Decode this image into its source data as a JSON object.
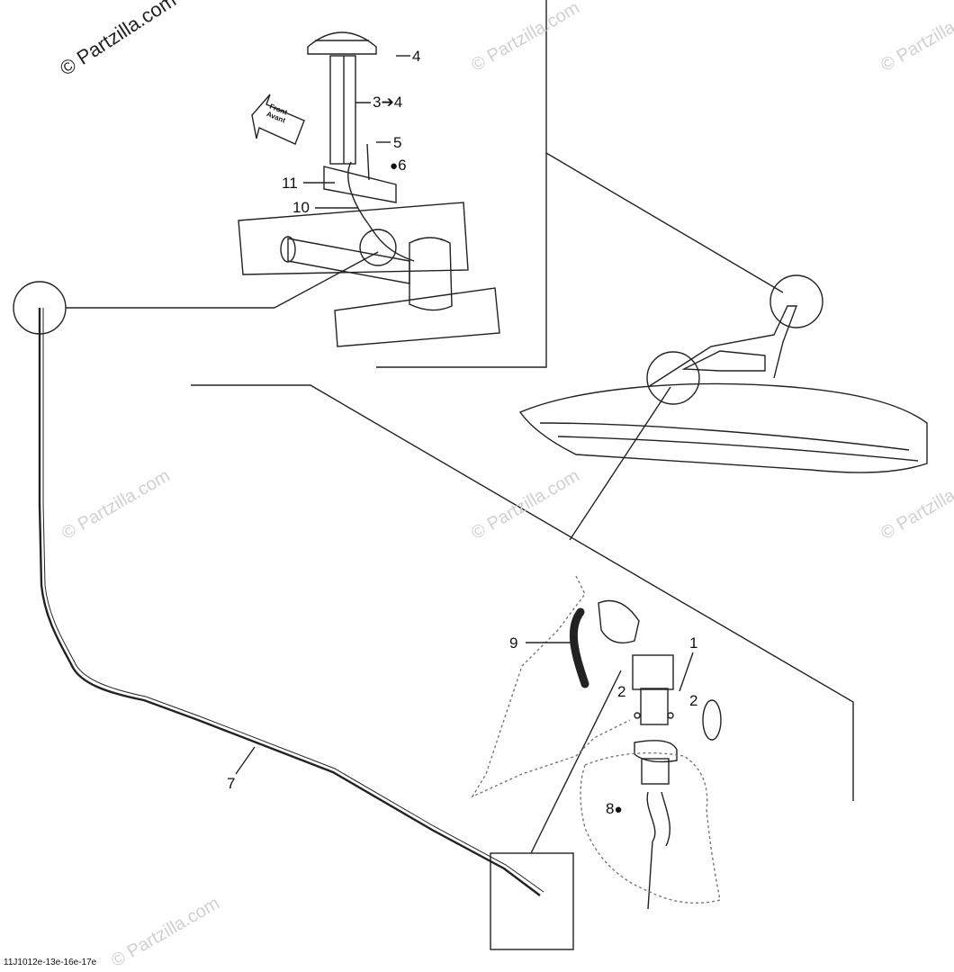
{
  "watermarks": {
    "main": "© Partzilla.com",
    "faint": [
      "© Partzilla.com",
      "© Partzilla.com",
      "© Partzilla.com",
      "© Partzilla.com",
      "© Partzilla.com",
      "© Partzilla.com"
    ]
  },
  "front_arrow": {
    "line1": "Front",
    "line2": "Avant"
  },
  "callouts": {
    "c1": "1",
    "c2a": "2",
    "c2b": "2",
    "c3": "3",
    "c3_arrow": "➔",
    "c3_target": "4",
    "c4": "4",
    "c5": "5",
    "c6": "6",
    "c7": "7",
    "c8": "8",
    "c9": "9",
    "c10": "10",
    "c11": "11"
  },
  "reference_code": "11J1012e-13e-16e-17e",
  "colors": {
    "line": "#222222",
    "watermark": "#d0d0d0",
    "background": "#ffffff"
  }
}
